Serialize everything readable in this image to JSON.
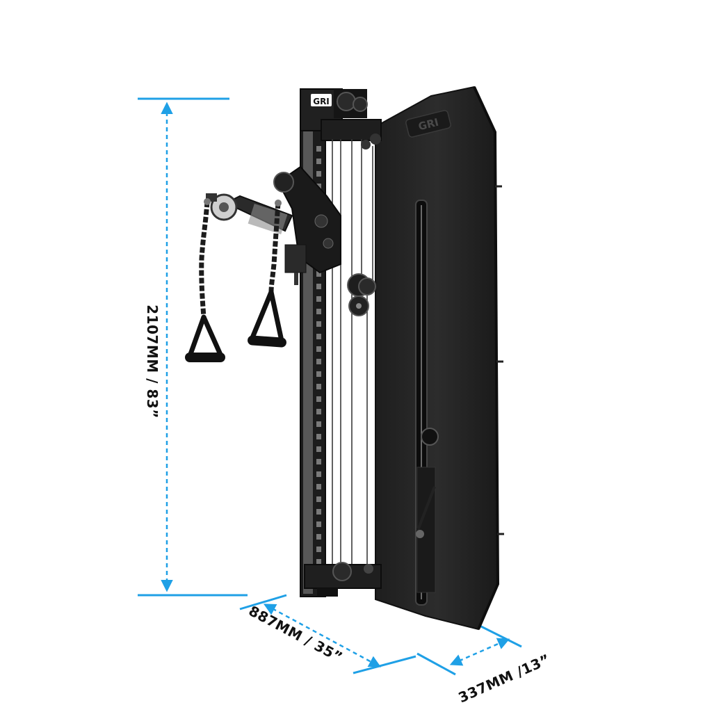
{
  "dimensions": {
    "height_label": "2107MM / 83”",
    "depth_label": "887MM / 35”",
    "width_label": "337MM /13”"
  },
  "product": {
    "logo_text": "GRI"
  },
  "colors": {
    "dimension_line": "#1fa0e6",
    "frame": "#1c1c1c",
    "panel": "#262626",
    "cable": "#3a3a3a",
    "label": "#111111"
  },
  "icons": [
    "dimension-arrow-icon",
    "stirrup-handle-icon",
    "pulley-icon"
  ]
}
